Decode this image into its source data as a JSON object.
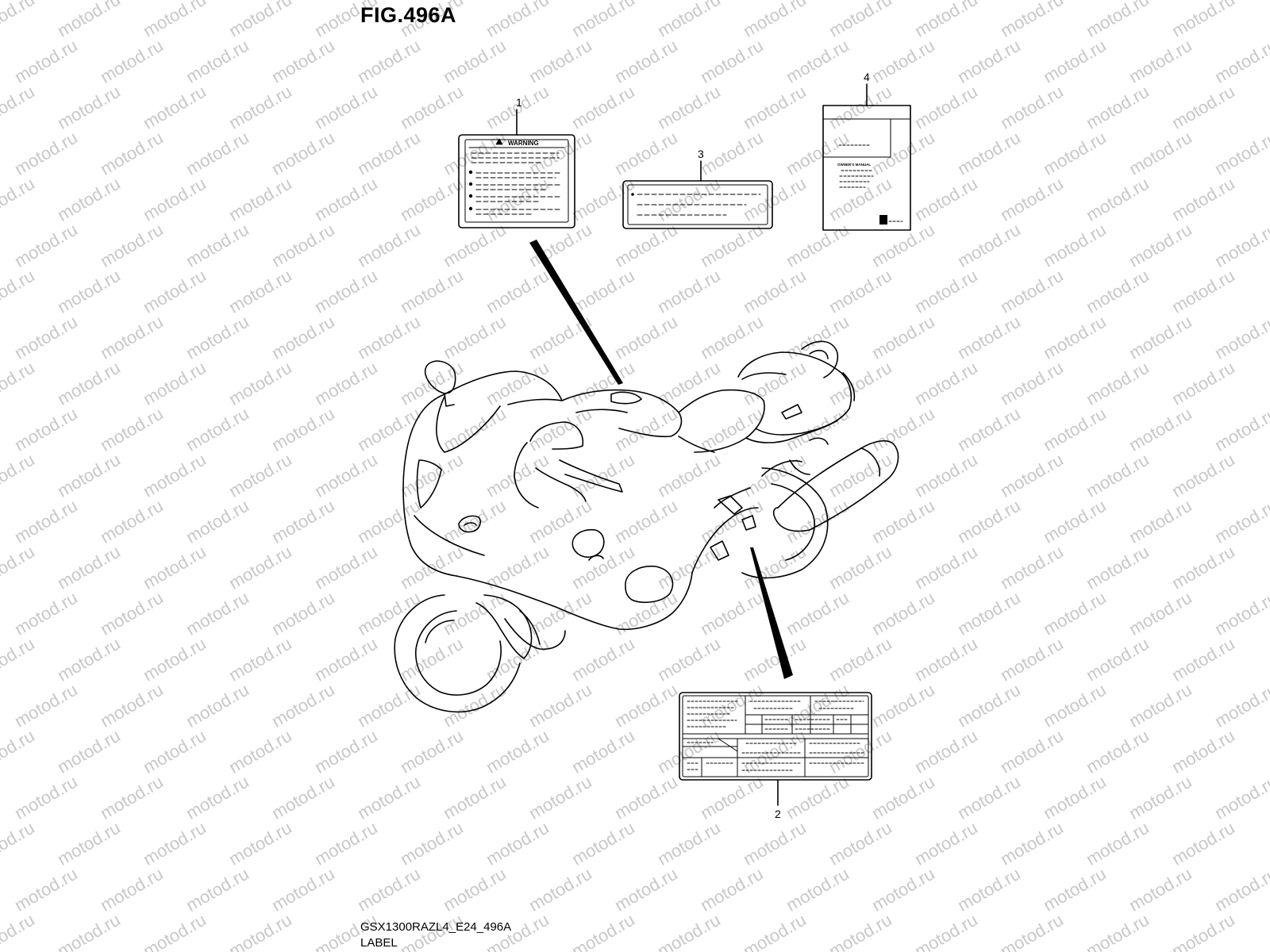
{
  "figure": {
    "title": "FIG.496A",
    "model_code": "GSX1300RAZL4_E24_496A",
    "section_name": "LABEL"
  },
  "callouts": [
    {
      "number": "1"
    },
    {
      "number": "2"
    },
    {
      "number": "3"
    },
    {
      "number": "4"
    }
  ],
  "labels": {
    "warning_header": "WARNING",
    "manual_title": "OWNER'S MANUAL"
  },
  "watermark": {
    "text": "motod.ru",
    "color": "#c8c8c8"
  }
}
